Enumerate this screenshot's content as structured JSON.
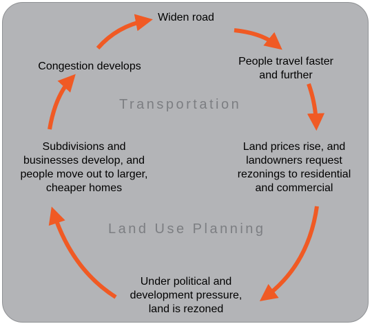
{
  "diagram": {
    "nodes": {
      "widen_road": [
        "Widen road"
      ],
      "travel_faster": [
        "People travel faster",
        "and further"
      ],
      "land_prices": [
        "Land prices rise, and",
        "landowners request",
        "rezonings to residential",
        "and commercial"
      ],
      "rezoned": [
        "Under political and",
        "development pressure,",
        "land is rezoned"
      ],
      "subdivisions": [
        "Subdivisions and",
        "businesses develop, and",
        "people move out to larger,",
        "cheaper homes"
      ],
      "congestion": [
        "Congestion develops"
      ]
    },
    "sections": {
      "transportation": "Transportation",
      "land_use": "Land Use Planning"
    },
    "colors": {
      "arrow": "#f05a24",
      "panel": "#b3b4b7",
      "section_text": "#7c7e82"
    }
  }
}
